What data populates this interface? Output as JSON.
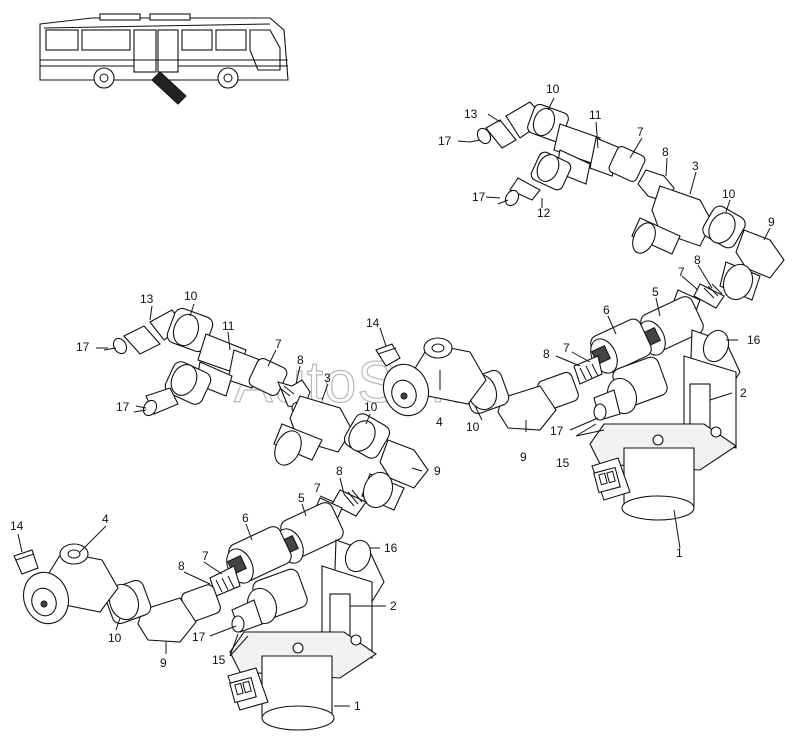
{
  "watermark": "AutoSoft",
  "callouts": [
    {
      "id": "c1",
      "text": "1"
    },
    {
      "id": "c2",
      "text": "2"
    },
    {
      "id": "c3",
      "text": "3"
    },
    {
      "id": "c4",
      "text": "4"
    },
    {
      "id": "c5",
      "text": "5"
    },
    {
      "id": "c6",
      "text": "6"
    },
    {
      "id": "c7",
      "text": "7"
    },
    {
      "id": "c8",
      "text": "8"
    },
    {
      "id": "c9",
      "text": "9"
    },
    {
      "id": "c10",
      "text": "10"
    },
    {
      "id": "c11",
      "text": "11"
    },
    {
      "id": "c12",
      "text": "12"
    },
    {
      "id": "c13",
      "text": "13"
    },
    {
      "id": "c14",
      "text": "14"
    },
    {
      "id": "c15",
      "text": "15"
    },
    {
      "id": "c16",
      "text": "16"
    },
    {
      "id": "c17",
      "text": "17"
    }
  ]
}
